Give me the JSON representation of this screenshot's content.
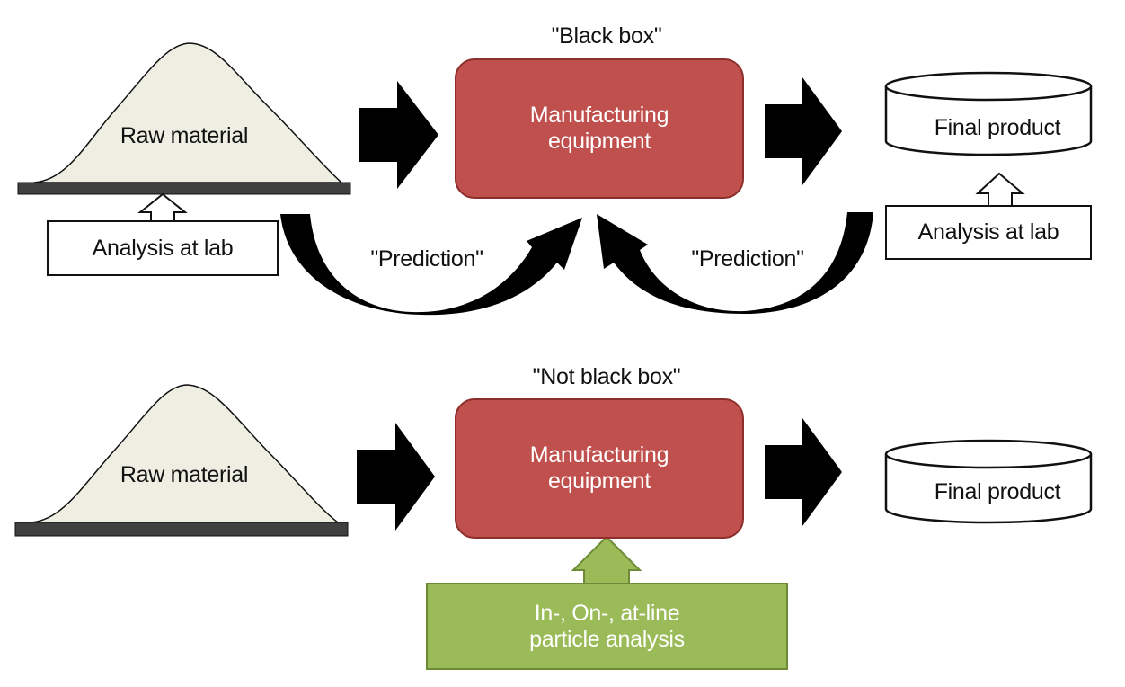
{
  "top": {
    "label": "\"Black box\"",
    "raw_material": "Raw material",
    "equipment_line1": "Manufacturing",
    "equipment_line2": "equipment",
    "final_product": "Final product",
    "analysis_left": "Analysis at lab",
    "analysis_right": "Analysis at lab",
    "prediction_left": "\"Prediction\"",
    "prediction_right": "\"Prediction\""
  },
  "bottom": {
    "label": "\"Not black box\"",
    "raw_material": "Raw material",
    "equipment_line1": "Manufacturing",
    "equipment_line2": "equipment",
    "final_product": "Final product",
    "analysis_line1": "In-, On-, at-line",
    "analysis_line2": "particle analysis"
  },
  "colors": {
    "pile_fill": "#efeee3",
    "base_bar": "#404040",
    "equipment_fill": "#c0504d",
    "analysis_green": "#9bbb59",
    "arrow": "#000000"
  }
}
